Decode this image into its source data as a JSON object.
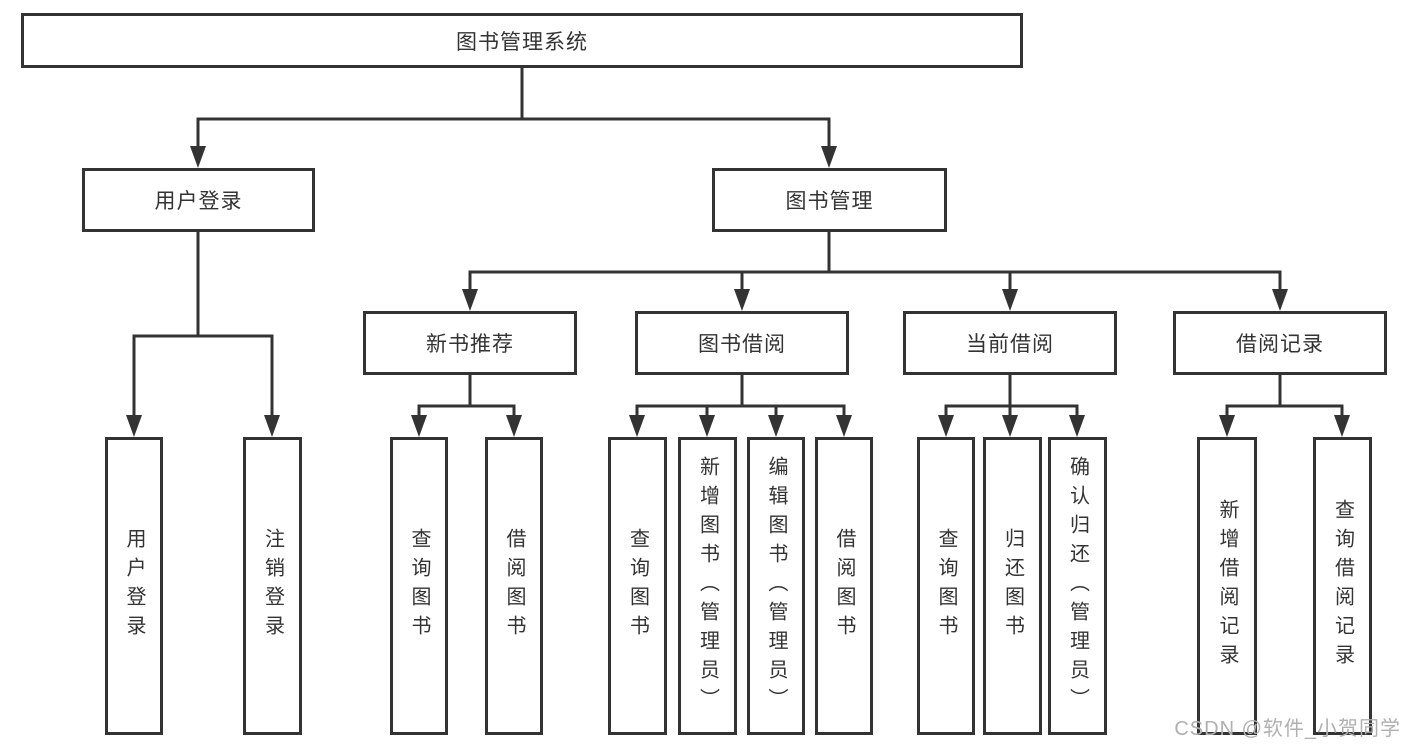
{
  "tree": {
    "root": {
      "label": "图书管理系统",
      "children": [
        {
          "label": "用户登录",
          "children": [
            {
              "label": "用户登录"
            },
            {
              "label": "注销登录"
            }
          ]
        },
        {
          "label": "图书管理",
          "children": [
            {
              "label": "新书推荐",
              "children": [
                {
                  "label": "查询图书"
                },
                {
                  "label": "借阅图书"
                }
              ]
            },
            {
              "label": "图书借阅",
              "children": [
                {
                  "label": "查询图书"
                },
                {
                  "label": "新增图书（管理员）"
                },
                {
                  "label": "编辑图书（管理员）"
                },
                {
                  "label": "借阅图书"
                }
              ]
            },
            {
              "label": "当前借阅",
              "children": [
                {
                  "label": "查询图书"
                },
                {
                  "label": "归还图书"
                },
                {
                  "label": "确认归还（管理员）"
                }
              ]
            },
            {
              "label": "借阅记录",
              "children": [
                {
                  "label": "新增借阅记录"
                },
                {
                  "label": "查询借阅记录"
                }
              ]
            }
          ]
        }
      ]
    }
  },
  "watermark": "CSDN @软件_小贺同学",
  "colors": {
    "line": "#333333",
    "box_border": "#333333",
    "box_background": "#ffffff",
    "text": "#333333",
    "watermark_text": "#b0b0b0",
    "page_background": "#ffffff"
  }
}
